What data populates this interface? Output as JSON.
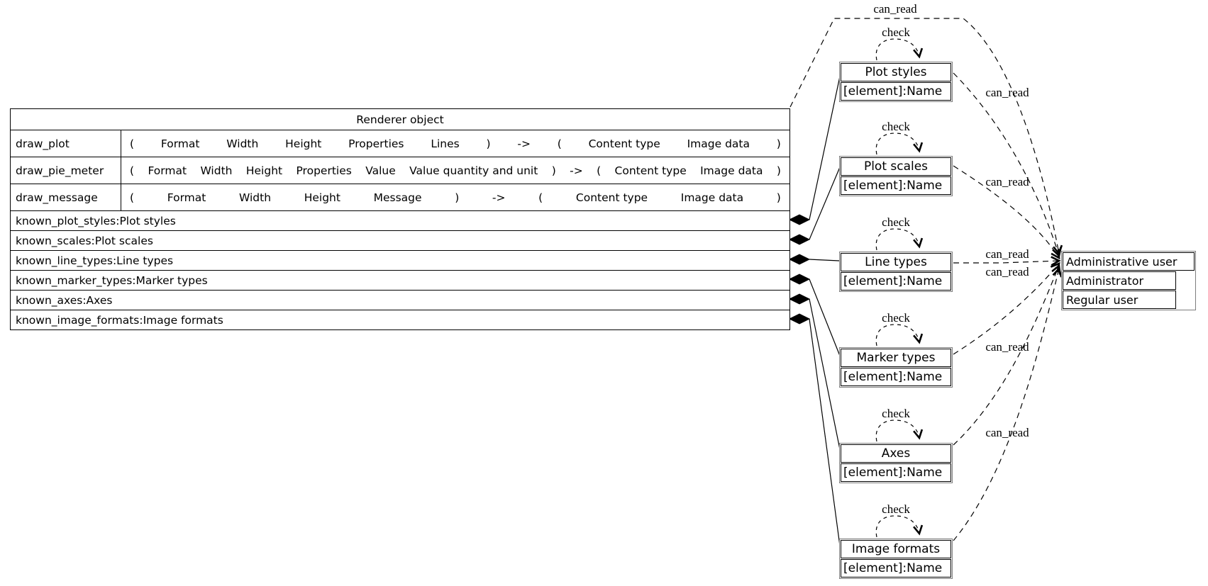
{
  "renderer": {
    "title": "Renderer object",
    "methods": [
      {
        "name": "draw_plot",
        "signature": [
          "(",
          "Format",
          "Width",
          "Height",
          "Properties",
          "Lines",
          ")",
          "->",
          "(",
          "Content type",
          "Image data",
          ")"
        ]
      },
      {
        "name": "draw_pie_meter",
        "signature": [
          "(",
          "Format",
          "Width",
          "Height",
          "Properties",
          "Value",
          "Value quantity and unit",
          ")",
          "->",
          "(",
          "Content type",
          "Image data",
          ")"
        ]
      },
      {
        "name": "draw_message",
        "signature": [
          "(",
          "Format",
          "Width",
          "Height",
          "Message",
          ")",
          "->",
          "(",
          "Content type",
          "Image data",
          ")"
        ]
      }
    ],
    "attributes": [
      "known_plot_styles:Plot styles",
      "known_scales:Plot scales",
      "known_line_types:Line types",
      "known_marker_types:Marker types",
      "known_axes:Axes",
      "known_image_formats:Image formats"
    ]
  },
  "elements": [
    {
      "title": "Plot styles",
      "row": "[element]:Name"
    },
    {
      "title": "Plot scales",
      "row": "[element]:Name"
    },
    {
      "title": "Line types",
      "row": "[element]:Name"
    },
    {
      "title": "Marker types",
      "row": "[element]:Name"
    },
    {
      "title": "Axes",
      "row": "[element]:Name"
    },
    {
      "title": "Image formats",
      "row": "[element]:Name"
    }
  ],
  "admin": {
    "title": "Administrative user",
    "rows": [
      "Administrator",
      "Regular user"
    ]
  },
  "labels": {
    "can_read": "can_read",
    "check": "check"
  },
  "colors": {
    "line": "#000000",
    "node_outer_border": "#7d7d7d",
    "background": "#ffffff"
  }
}
